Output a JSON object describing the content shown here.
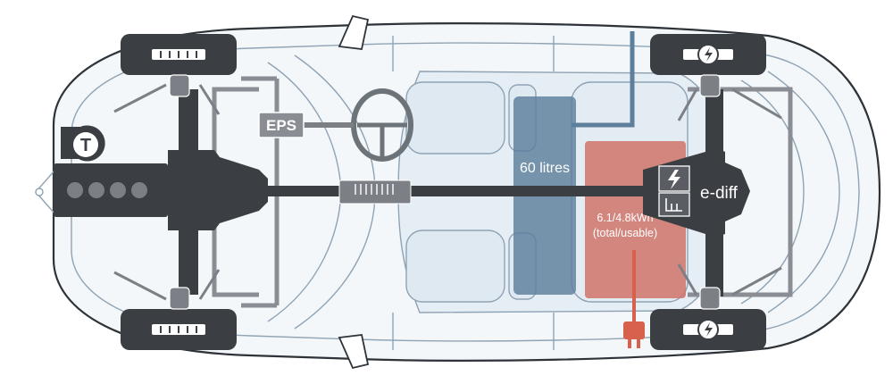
{
  "labels": {
    "eps": "EPS",
    "fuel_tank": "60 litres",
    "ediff": "e-diff",
    "battery_line1": "6.1/4.8kWh",
    "battery_line2": "(total/usable)",
    "turbo": "T"
  },
  "colors": {
    "body_outline": "#7f94a6",
    "body_fill": "#eef3f7",
    "drivetrain": "#3b3e43",
    "drivetrain_light": "#7c8086",
    "fuel_tank": "#5d7f9c",
    "battery": "#cf6f64",
    "charge_cable": "#d8614e",
    "tyre": "#3b3e43"
  },
  "icons": [
    "turbo-icon",
    "lightning-icon",
    "power-plug-icon",
    "steering-wheel-icon"
  ]
}
